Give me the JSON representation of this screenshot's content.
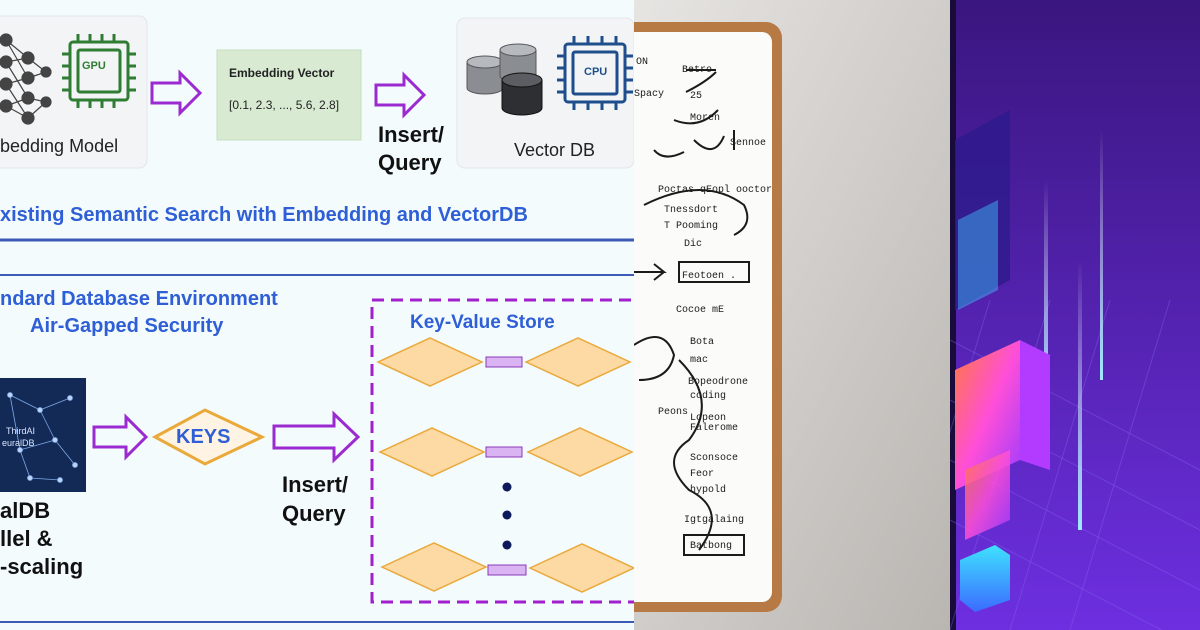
{
  "panel1": {
    "gpu_label": "GPU",
    "cpu_label": "CPU",
    "model_label": "bedding Model",
    "embedding_title": "Embedding Vector",
    "embedding_values": "[0.1, 2.3, ..., 5.6, 2.8]",
    "insert_query_top": [
      "Insert/",
      "Query"
    ],
    "vector_db_label": "Vector DB",
    "caption": "xisting Semantic Search with Embedding and VectorDB",
    "section_title": [
      "ndard Database Environment",
      "Air-Gapped Security"
    ],
    "neuraldb_logo_text": [
      "ThirdAI",
      "euralDB"
    ],
    "neuraldb_caption": [
      "alDB",
      "llel &",
      "-scaling"
    ],
    "keys_label": "KEYS",
    "insert_query_bottom": [
      "Insert/",
      "Query"
    ],
    "kv_store_title": "Key-Value Store",
    "colors": {
      "caption_blue": "#2f5fd6",
      "arrow_purple": "#9b2bd1",
      "diamond_fill": "#fdd9a3",
      "diamond_stroke": "#e9a93b",
      "bar_fill": "#d9b3f2",
      "embedding_fill": "#d9ead3",
      "gpu_green": "#2e7d32",
      "cpu_blue": "#1f4e8c",
      "logo_navy": "#132a57"
    }
  },
  "panel2": {
    "whiteboard_notes": [
      "ON",
      "Betro",
      "Spacy",
      "25",
      "Moren",
      "Sennoe",
      "Poctas qEopl ooctor",
      "Tnessdort",
      "T Pooming",
      "Dic",
      "Feotoen .",
      "Cocoe mE",
      "Bota",
      "mac",
      "Bopeodrone",
      "coding",
      "Peons",
      "Lopeon",
      "Falerome",
      "Sconsoce",
      "Feor",
      "hypold",
      "Igtgalaing",
      "Batbong"
    ]
  },
  "panel3": {
    "colors": {
      "bg_top": "#3a167f",
      "bg_bottom": "#6d2fe0",
      "pink": "#ff4fd8",
      "cyan": "#3fe2ff"
    }
  }
}
